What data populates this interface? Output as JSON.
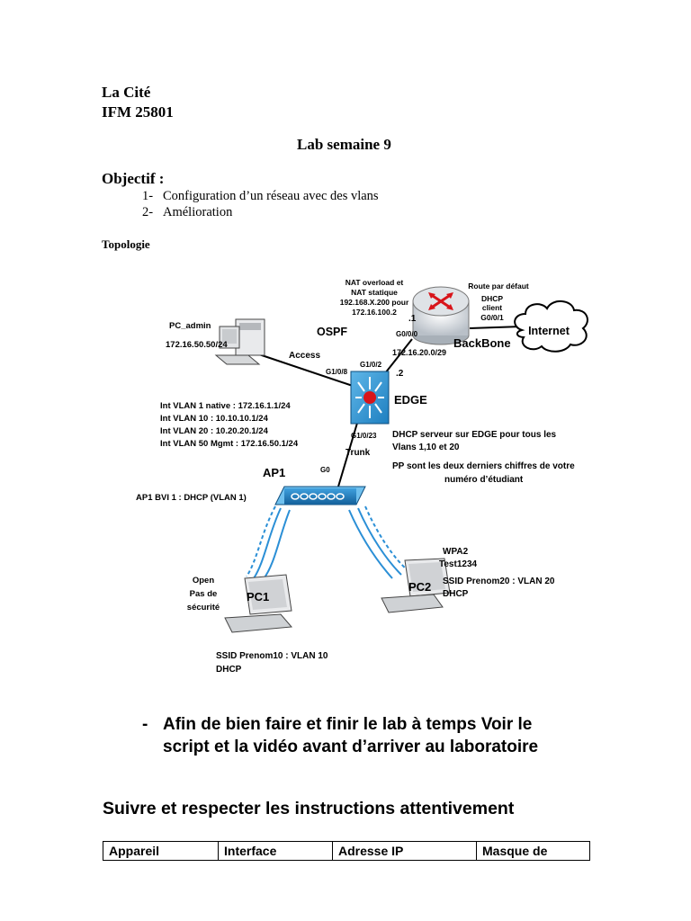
{
  "header": {
    "line1": "La Cité",
    "line2": "IFM 25801"
  },
  "lab_title": "Lab semaine 9",
  "objectif": {
    "title": "Objectif :",
    "items": [
      {
        "num": "1-",
        "text": "Configuration d’un réseau avec des vlans"
      },
      {
        "num": "2-",
        "text": "Amélioration"
      }
    ]
  },
  "topologie_label": "Topologie",
  "diagram": {
    "nat_note": [
      "NAT overload et",
      "NAT statique",
      "192.168.X.200 pour",
      "172.16.100.2"
    ],
    "route_note": [
      "Route par défaut",
      "DHCP",
      "client",
      "G0/0/1"
    ],
    "router_dot1": ".1",
    "router_g000": "G0/0/0",
    "router_subnet": "172.16.20.0/29",
    "backbone": "BackBone",
    "internet": "Internet",
    "pc_admin_name": "PC_admin",
    "pc_admin_ip": "172.16.50.50/24",
    "ospf": "OSPF",
    "access": "Access",
    "g102": "G1/0/2",
    "dot2": ".2",
    "g108": "G1/0/8",
    "edge": "EDGE",
    "vlan_lines": [
      "Int VLAN 1 native : 172.16.1.1/24",
      "Int VLAN 10 : 10.10.10.1/24",
      "Int VLAN 20 : 10.20.20.1/24",
      "Int VLAN 50 Mgmt : 172.16.50.1/24"
    ],
    "g1023": "G1/0/23",
    "trunk": "Trunk",
    "dhcp_note": [
      "DHCP serveur sur EDGE pour tous les",
      "Vlans 1,10 et 20"
    ],
    "pp_note": [
      "PP sont les deux derniers chiffres de votre",
      "numéro d’étudiant"
    ],
    "ap1": "AP1",
    "g0": "G0",
    "ap1_bvi": "AP1 BVI 1 : DHCP (VLAN 1)",
    "open_note": [
      "Open",
      "Pas de",
      "sécurité"
    ],
    "pc1": "PC1",
    "pc1_ssid": [
      "SSID Prenom10 : VLAN 10",
      "DHCP"
    ],
    "wpa_note": [
      "WPA2",
      "Test1234"
    ],
    "pc2": "PC2",
    "pc2_ssid": [
      "SSID Prenom20 : VLAN 20",
      "DHCP"
    ]
  },
  "bullet": {
    "dash": "-",
    "line1": "Afin de bien faire et finir le lab à temps Voir le",
    "line2": "script et la vidéo avant d’arriver au laboratoire"
  },
  "instructions_heading": "Suivre et respecter les instructions attentivement",
  "table": {
    "headers": [
      "Appareil",
      "Interface",
      "Adresse IP",
      "Masque de"
    ]
  }
}
